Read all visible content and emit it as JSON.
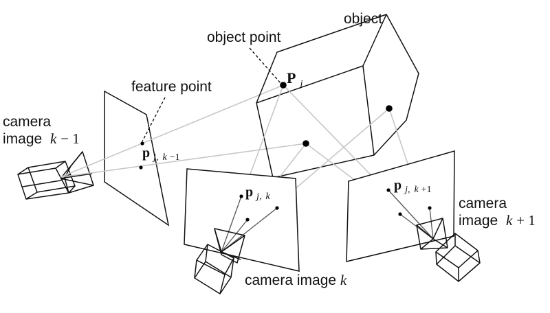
{
  "labels": {
    "object": "object",
    "object_point": "object point",
    "feature_point": "feature point",
    "camera_left_line1": "camera",
    "camera_left_line2": "image",
    "camera_left_k": "k",
    "camera_left_suffix": " − 1",
    "camera_right_line1": "camera",
    "camera_right_line2": "image",
    "camera_right_k": "k",
    "camera_right_suffix": " + 1",
    "camera_center_prefix": "camera image ",
    "camera_center_k": "k"
  },
  "math": {
    "P": "P",
    "P_sub": "j",
    "p": "p",
    "sub_left_j": "j,",
    "sub_left_k": "k",
    "sub_left_rest": "−1",
    "sub_center_j": "j,",
    "sub_center_k": "k",
    "sub_right_j": "j,",
    "sub_right_k": "k",
    "sub_right_rest": "+1"
  }
}
